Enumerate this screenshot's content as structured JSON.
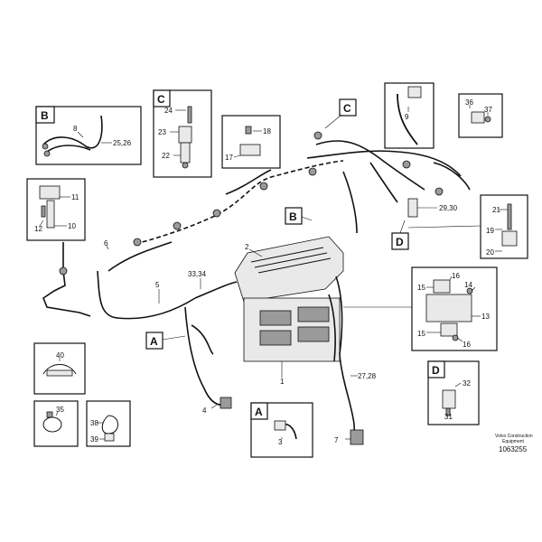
{
  "diagram": {
    "callouts": {
      "c1": "1",
      "c2": "2",
      "c3": "3",
      "c4": "4",
      "c5": "5",
      "c6": "6",
      "c7": "7",
      "c8": "8",
      "c9": "9",
      "c10": "10",
      "c11": "11",
      "c12": "12",
      "c13": "13",
      "c14": "14",
      "c15a": "15",
      "c15b": "15",
      "c16a": "16",
      "c16b": "16",
      "c17": "17",
      "c18": "18",
      "c19": "19",
      "c20": "20",
      "c21": "21",
      "c22": "22",
      "c23": "23",
      "c24": "24",
      "c25_26": "25,26",
      "c27_28": "27,28",
      "c29_30": "29,30",
      "c31": "31",
      "c32": "32",
      "c33_34": "33,34",
      "c35": "35",
      "c36": "36",
      "c37": "37",
      "c38": "38",
      "c39": "39",
      "c40": "40"
    },
    "detail_letters": {
      "B_box": "B",
      "C_box": "C",
      "C_ref": "C",
      "B_ref": "B",
      "D_ref": "D",
      "A_ref": "A",
      "A_box": "A",
      "D_box": "D"
    },
    "credit": [
      "Volvo Construction",
      "Equipment"
    ],
    "doc_number": "1063255"
  }
}
